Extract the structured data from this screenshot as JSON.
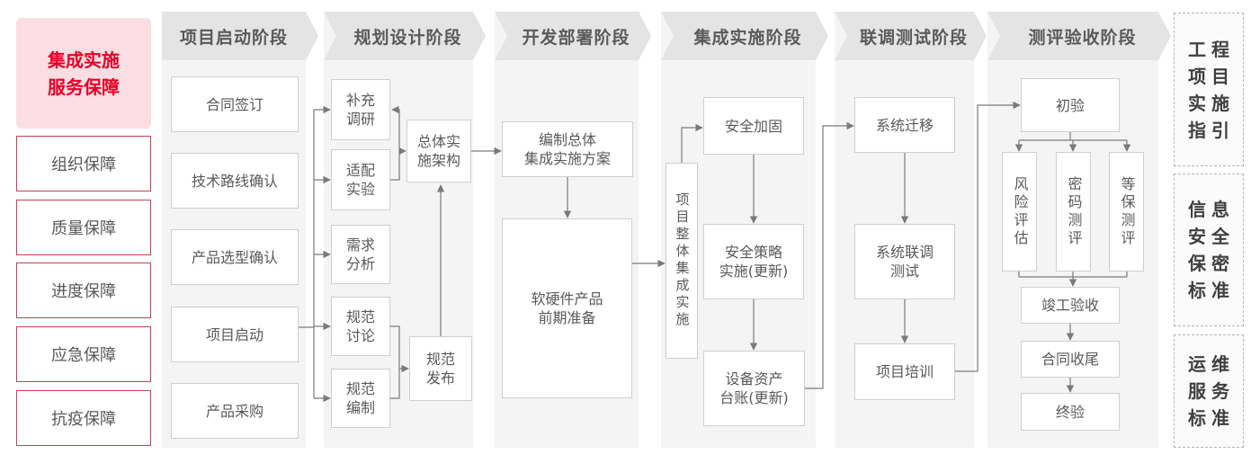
{
  "sidebar": {
    "title": "集成实施\n服务保障",
    "items": [
      {
        "label": "组织保障"
      },
      {
        "label": "质量保障"
      },
      {
        "label": "进度保障"
      },
      {
        "label": "应急保障"
      },
      {
        "label": "抗疫保障"
      }
    ]
  },
  "phases": [
    {
      "label": "项目启动阶段",
      "boxes": [
        {
          "label": "合同签订"
        },
        {
          "label": "技术路线确认"
        },
        {
          "label": "产品选型确认"
        },
        {
          "label": "项目启动"
        },
        {
          "label": "产品采购"
        }
      ]
    },
    {
      "label": "规划设计阶段",
      "boxes": [
        {
          "label": "补充\n调研"
        },
        {
          "label": "适配\n实验"
        },
        {
          "label": "需求\n分析"
        },
        {
          "label": "规范\n讨论"
        },
        {
          "label": "规范\n编制"
        },
        {
          "label": "总体实\n施架构"
        },
        {
          "label": "规范\n发布"
        }
      ]
    },
    {
      "label": "开发部署阶段",
      "boxes": [
        {
          "label": "编制总体\n集成实施方案"
        },
        {
          "label": "软硬件产品\n前期准备"
        }
      ]
    },
    {
      "label": "集成实施阶段",
      "boxes": [
        {
          "label": "项目整体集成实施"
        },
        {
          "label": "安全加固"
        },
        {
          "label": "安全策略\n实施(更新)"
        },
        {
          "label": "设备资产\n台账(更新)"
        }
      ]
    },
    {
      "label": "联调测试阶段",
      "boxes": [
        {
          "label": "系统迁移"
        },
        {
          "label": "系统联调\n测试"
        },
        {
          "label": "项目培训"
        }
      ]
    },
    {
      "label": "测评验收阶段",
      "boxes": [
        {
          "label": "初验"
        },
        {
          "label": "风险评估"
        },
        {
          "label": "密码测评"
        },
        {
          "label": "等保测评"
        },
        {
          "label": "竣工验收"
        },
        {
          "label": "合同收尾"
        },
        {
          "label": "终验"
        }
      ]
    }
  ],
  "right_panel": {
    "items": [
      {
        "label": "工程\n项目\n实施\n指引"
      },
      {
        "label": "信息\n安全\n保密\n标准"
      },
      {
        "label": "运维\n服务\n标准"
      }
    ]
  },
  "colors": {
    "accent_red": "#e60027",
    "pink_bg": "#fadee3",
    "red_border": "#c73e52",
    "gray_text": "#595959",
    "header_bg": "#e4e4e4",
    "column_bg": "#f4f4f4",
    "connector": "#7a7a7a",
    "box_border": "#cfcfcf",
    "dashed_border": "#b5b5b5",
    "dark_text": "#3f3f3f"
  }
}
